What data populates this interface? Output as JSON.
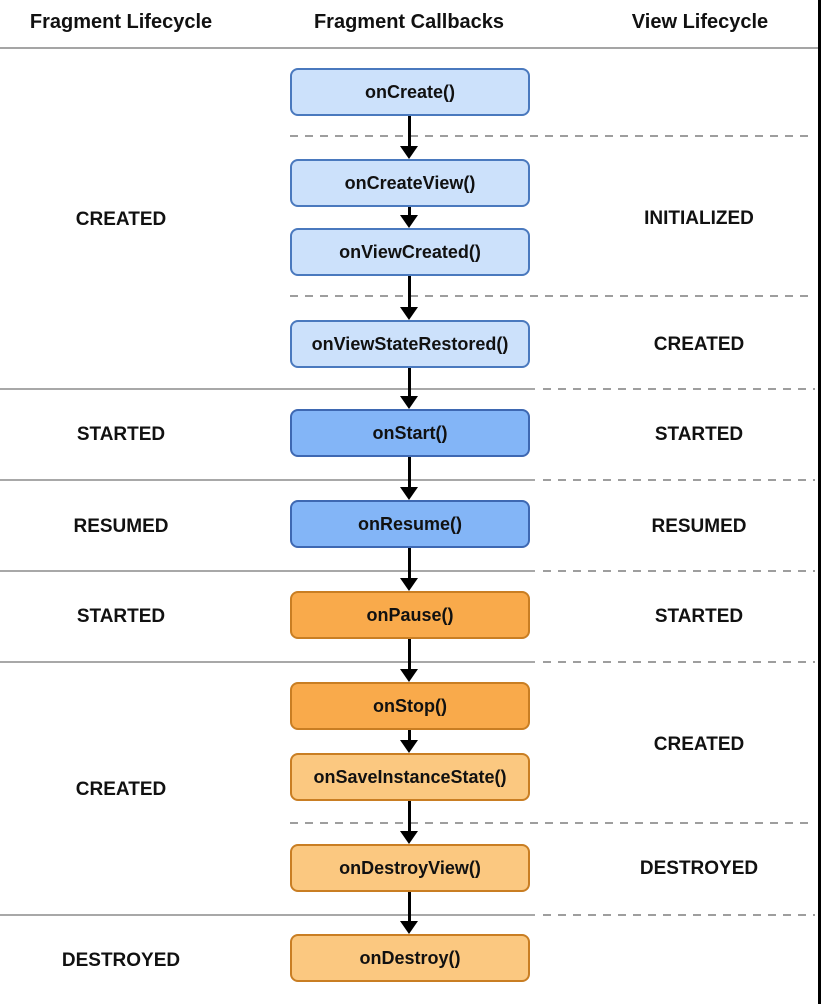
{
  "header": {
    "columns": [
      {
        "label": "Fragment Lifecycle"
      },
      {
        "label": "Fragment Callbacks"
      },
      {
        "label": "View Lifecycle"
      }
    ]
  },
  "fragment_lifecycle": {
    "states": [
      {
        "label": "CREATED"
      },
      {
        "label": "STARTED"
      },
      {
        "label": "RESUMED"
      },
      {
        "label": "STARTED"
      },
      {
        "label": "CREATED"
      },
      {
        "label": "DESTROYED"
      }
    ]
  },
  "view_lifecycle": {
    "states": [
      {
        "label": "INITIALIZED"
      },
      {
        "label": "CREATED"
      },
      {
        "label": "STARTED"
      },
      {
        "label": "RESUMED"
      },
      {
        "label": "STARTED"
      },
      {
        "label": "CREATED"
      },
      {
        "label": "DESTROYED"
      }
    ]
  },
  "callbacks": [
    {
      "label": "onCreate()",
      "tone": "blue-light"
    },
    {
      "label": "onCreateView()",
      "tone": "blue-light"
    },
    {
      "label": "onViewCreated()",
      "tone": "blue-light"
    },
    {
      "label": "onViewStateRestored()",
      "tone": "blue-light"
    },
    {
      "label": "onStart()",
      "tone": "blue"
    },
    {
      "label": "onResume()",
      "tone": "blue"
    },
    {
      "label": "onPause()",
      "tone": "orange"
    },
    {
      "label": "onStop()",
      "tone": "orange"
    },
    {
      "label": "onSaveInstanceState()",
      "tone": "orange-light"
    },
    {
      "label": "onDestroyView()",
      "tone": "orange-light"
    },
    {
      "label": "onDestroy()",
      "tone": "orange-light"
    }
  ],
  "colors": {
    "blue-light-fill": "#cce1fb",
    "blue-light-border": "#4a79be",
    "blue-fill": "#83b5f7",
    "blue-border": "#3e68b2",
    "orange-fill": "#f9aa4b",
    "orange-light-fill": "#fbc880",
    "orange-border": "#c97e23",
    "solid-transition-line": "#a8a8a8",
    "dashed-transition-line": "#9e9e9e",
    "arrow": "#000000",
    "right-edge": "#000000",
    "text": "#111111"
  }
}
